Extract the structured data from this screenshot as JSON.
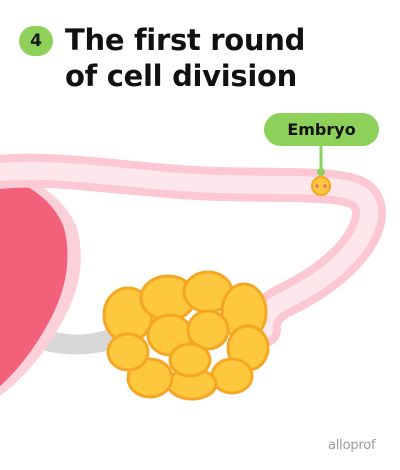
{
  "step": {
    "number": "4"
  },
  "title": {
    "line1": "The first round",
    "line2": "of cell division"
  },
  "callout": {
    "label": "Embryo"
  },
  "brand": {
    "name": "alloprof"
  },
  "colors": {
    "accent_green": "#8dd15a",
    "tube_outer": "#fcc8d3",
    "tube_inner": "#fde7ec",
    "uterus": "#f2607a",
    "ovary": "#fdc83d",
    "ligament": "#d8d8d8"
  }
}
